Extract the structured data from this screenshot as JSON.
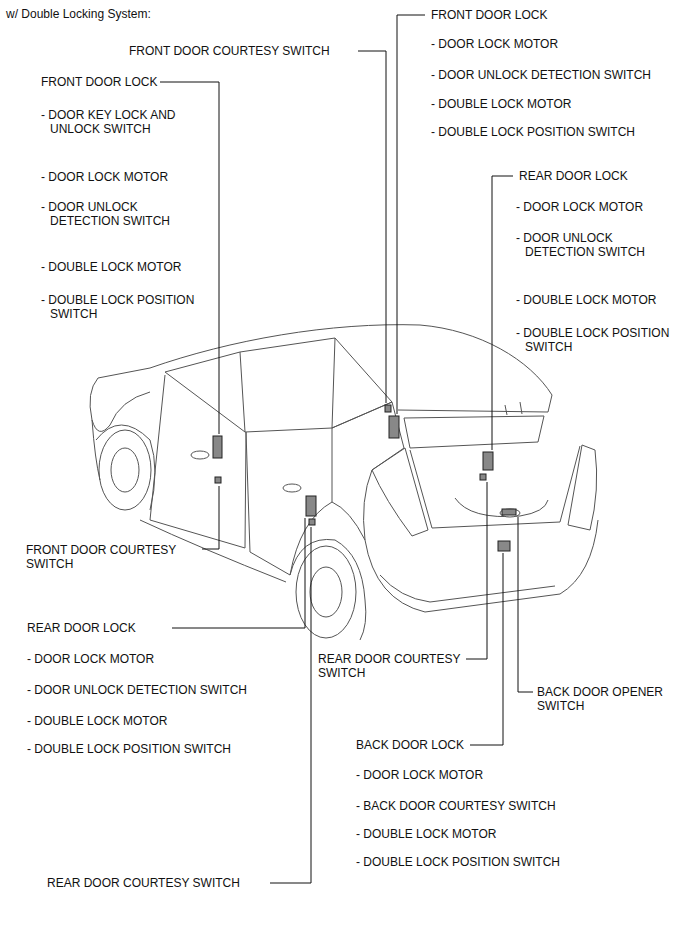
{
  "diagram": {
    "title": "w/ Double Locking System:",
    "labels": [
      "FRONT DOOR LOCK",
      "- DOOR LOCK MOTOR",
      "- DOOR UNLOCK DETECTION SWITCH",
      "- DOUBLE LOCK MOTOR",
      "- DOUBLE LOCK POSITION SWITCH",
      "FRONT DOOR COURTESY SWITCH",
      "FRONT DOOR LOCK",
      "- DOOR KEY LOCK AND UNLOCK SWITCH",
      "- DOOR LOCK MOTOR",
      "- DOOR UNLOCK DETECTION SWITCH",
      "- DOUBLE LOCK MOTOR",
      "- DOUBLE LOCK POSITION SWITCH",
      "REAR DOOR LOCK",
      "- DOOR LOCK MOTOR",
      "- DOOR UNLOCK DETECTION SWITCH",
      "- DOUBLE LOCK MOTOR",
      "- DOUBLE LOCK POSITION SWITCH",
      "FRONT DOOR COURTESY SWITCH",
      "REAR DOOR LOCK",
      "- DOOR LOCK MOTOR",
      "- DOOR UNLOCK DETECTION SWITCH",
      "- DOUBLE LOCK MOTOR",
      "- DOUBLE LOCK POSITION SWITCH",
      "REAR DOOR COURTESY SWITCH",
      "BACK DOOR OPENER SWITCH",
      "BACK DOOR LOCK",
      "- DOOR LOCK MOTOR",
      "- BACK DOOR COURTESY SWITCH",
      "- DOUBLE LOCK MOTOR",
      "- DOUBLE LOCK POSITION SWITCH",
      "REAR DOOR COURTESY SWITCH"
    ]
  }
}
